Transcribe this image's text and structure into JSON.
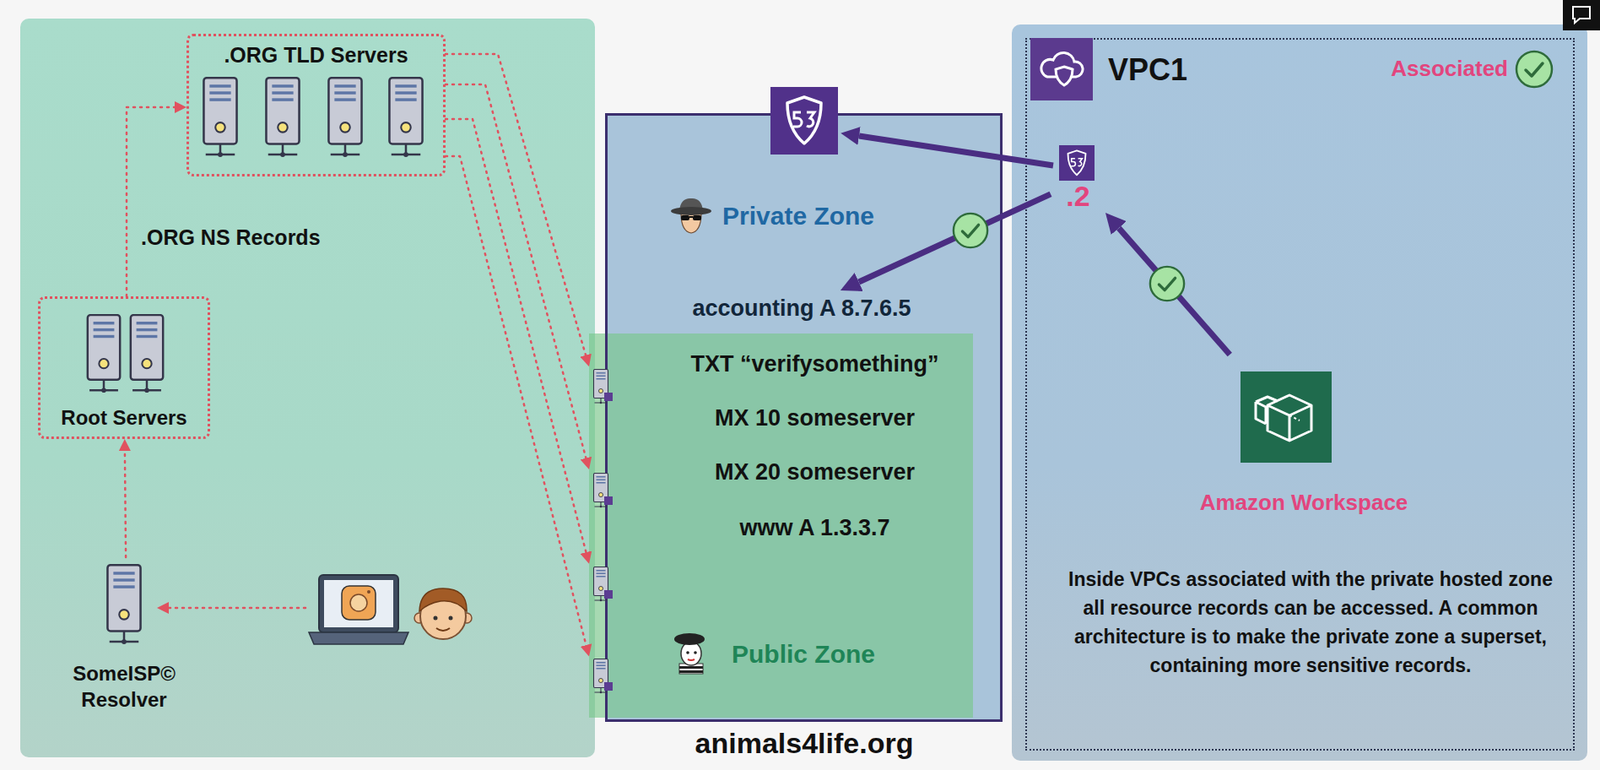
{
  "diagram": {
    "nodes": [
      {
        "text": [
          ".ORG TLD Servers"
        ]
      },
      {
        "text": [
          "Root Servers"
        ]
      },
      {
        "text": [
          "SomeISP© Resolver"
        ]
      },
      {
        "text": [
          "Private Zone"
        ]
      },
      {
        "text": [
          "accounting A 8.7.6.5"
        ],
        "in": 3
      },
      {
        "text": [
          "TXT “verifysomething”",
          "MX 10 someserver",
          "MX 20 someserver",
          "www A 1.3.3.7",
          "Public Zone"
        ]
      },
      {
        "text": [
          "VPC1",
          "Associated",
          "Inside VPCs associated with the private hosted zone all resource records can be accessed. A common architecture is to make the private zone a superset, containing more sensitive records."
        ]
      },
      {
        "text": [
          ".2"
        ],
        "in": 6
      },
      {
        "text": [
          "Amazon Workspace"
        ],
        "in": 6
      }
    ],
    "edges": [
      {
        "from": 2,
        "to": 1,
        "arrow": "to"
      },
      {
        "from": 1,
        "to": 0,
        "arrow": "to"
      },
      {
        "from": 0,
        "to": 5,
        "arrow": "to"
      },
      {
        "from": 0,
        "to": 5,
        "arrow": "to"
      },
      {
        "from": 0,
        "to": 5,
        "arrow": "to"
      },
      {
        "from": 0,
        "to": 5,
        "arrow": "to"
      },
      {
        "from": 8,
        "to": 7,
        "arrow": "to"
      },
      {
        "from": 7,
        "to": 4,
        "arrow": "to"
      }
    ],
    "labels": [
      ".ORG NS Records",
      "animals4life.org"
    ]
  }
}
